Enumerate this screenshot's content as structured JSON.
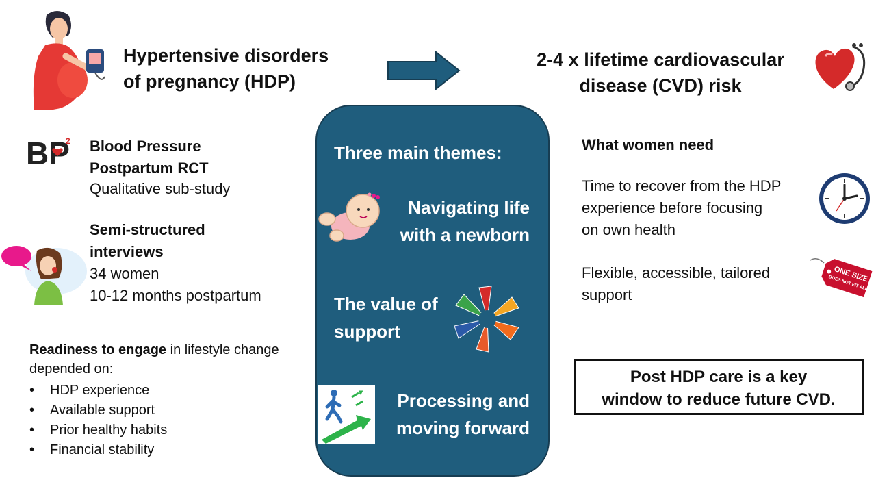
{
  "header": {
    "hdp_title_lines": [
      "Hypertensive disorders",
      "of pregnancy (HDP)"
    ],
    "cvd_title_lines": [
      "2-4 x lifetime cardiovascular",
      "disease (CVD) risk"
    ]
  },
  "study": {
    "logo_text": "BP",
    "logo_superscript": "2",
    "heading_lines": [
      "Blood Pressure",
      "Postpartum RCT"
    ],
    "subheading": "Qualitative sub-study"
  },
  "interviews": {
    "heading_lines": [
      "Semi-structured",
      "interviews"
    ],
    "lines": [
      "34 women",
      "10-12 months postpartum"
    ]
  },
  "readiness": {
    "bold_text": "Readiness to engage",
    "rest_text": " in lifestyle change depended on:",
    "bullets": [
      "HDP experience",
      "Available support",
      "Prior healthy habits",
      "Financial stability"
    ]
  },
  "themes": {
    "title": "Three main themes:",
    "items": [
      {
        "lines": [
          "Navigating life",
          "with a newborn"
        ],
        "icon": "baby-icon"
      },
      {
        "lines": [
          "The value of",
          "support"
        ],
        "icon": "hands-circle-icon"
      },
      {
        "lines": [
          "Processing and",
          "moving forward"
        ],
        "icon": "stairs-climb-icon"
      }
    ]
  },
  "needs": {
    "heading": "What women need",
    "items": [
      {
        "lines": [
          "Time to recover from the HDP",
          "experience before focusing",
          "on own health"
        ],
        "icon": "clock-icon"
      },
      {
        "lines": [
          "Flexible, accessible, tailored",
          "support"
        ],
        "icon": "tag-icon"
      }
    ],
    "tag_text_lines": [
      "ONE SIZE",
      "DOES NOT FIT ALL"
    ]
  },
  "conclusion": {
    "lines": [
      "Post HDP care is a key",
      "window to reduce future CVD."
    ]
  },
  "colors": {
    "panel": "#1f5d7d",
    "arrow": "#1f5d7d",
    "heart": "#d42a2a",
    "tag": "#c8102e"
  }
}
